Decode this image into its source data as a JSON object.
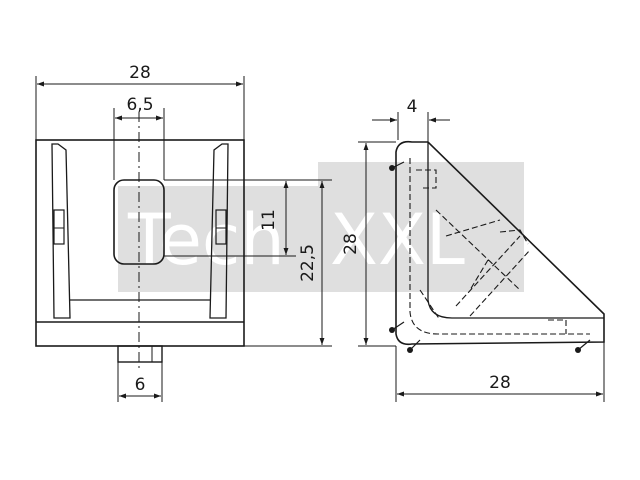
{
  "watermark": {
    "left": "Tech",
    "right": "XXL"
  },
  "front_view": {
    "width": "28",
    "slot_width": "6,5",
    "slot_height": "11",
    "slot_center_height": "22,5",
    "tab_width": "6"
  },
  "side_view": {
    "thickness": "4",
    "height": "28",
    "width": "28"
  },
  "colors": {
    "line": "#1a1a1a",
    "watermark_bg": "#d9d9d9",
    "watermark_text": "#ffffff"
  }
}
